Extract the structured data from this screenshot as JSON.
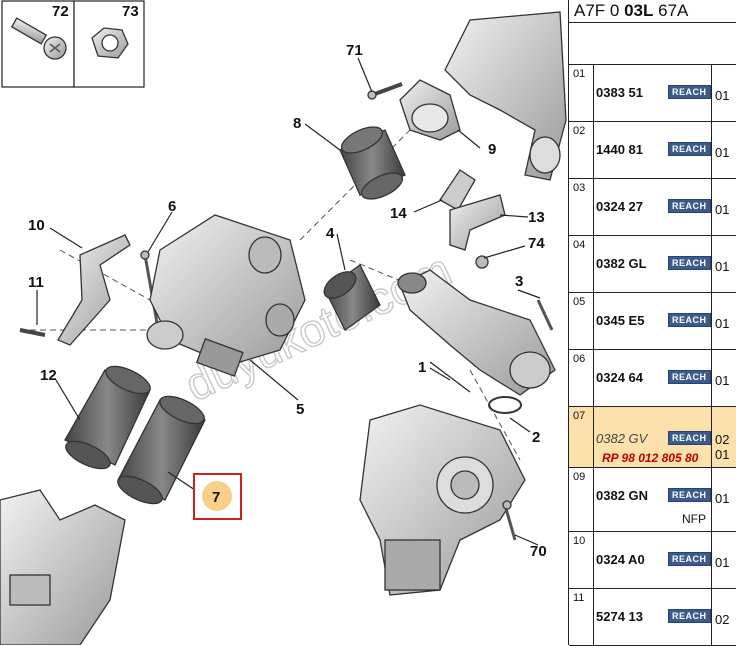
{
  "catalog_ref": {
    "prefix": "A7F 0 ",
    "bold": "03L",
    "suffix": " 67A"
  },
  "callouts": {
    "c72": "72",
    "c73": "73",
    "c71": "71",
    "c8": "8",
    "c9": "9",
    "c10": "10",
    "c6": "6",
    "c14": "14",
    "c13": "13",
    "c74": "74",
    "c11": "11",
    "c4": "4",
    "c3": "3",
    "c12": "12",
    "c1": "1",
    "c5": "5",
    "c2": "2",
    "c7": "7",
    "c70": "70"
  },
  "highlighted_callout": "7",
  "watermark": "duyukoto.com",
  "parts": [
    {
      "index": "01",
      "ref": "0383 51",
      "badge": "REACH",
      "qty": "01"
    },
    {
      "index": "02",
      "ref": "1440 81",
      "badge": "REACH",
      "qty": "01"
    },
    {
      "index": "03",
      "ref": "0324 27",
      "badge": "REACH",
      "qty": "01"
    },
    {
      "index": "04",
      "ref": "0382 GL",
      "badge": "REACH",
      "qty": "01"
    },
    {
      "index": "05",
      "ref": "0345 E5",
      "badge": "REACH",
      "qty": "01"
    },
    {
      "index": "06",
      "ref": "0324 64",
      "badge": "REACH",
      "qty": "01"
    },
    {
      "index": "07",
      "ref": "0382 GV",
      "badge": "REACH",
      "qty": "02",
      "qty2": "01",
      "rp": "RP 98 012 805 80",
      "selected": true
    },
    {
      "index": "09",
      "ref": "0382 GN",
      "badge": "REACH",
      "qty": "01",
      "note": "NFP"
    },
    {
      "index": "10",
      "ref": "0324 A0",
      "badge": "REACH",
      "qty": "01"
    },
    {
      "index": "11",
      "ref": "5274 13",
      "badge": "REACH",
      "qty": "02"
    }
  ],
  "colors": {
    "highlight_row": "#fde1ad",
    "callout_box": "#cc2222",
    "callout_dot": "#f7d08a",
    "reach_badge": "#3a5b8c",
    "rp_text": "#bb0000"
  }
}
